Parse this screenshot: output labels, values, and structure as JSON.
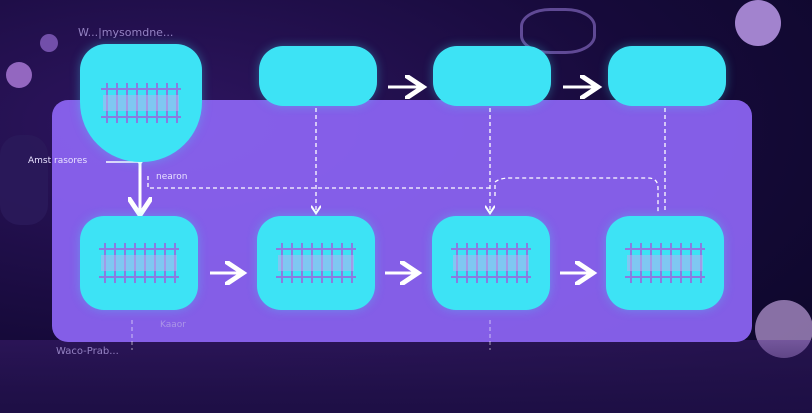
{
  "labels": {
    "top_header": "W...|mysomdne...",
    "side_label": "Amst rasores",
    "small_label": "nearon",
    "bottom_label_1": "Kaaor",
    "bottom_label_2": "Waco-Prab..."
  },
  "colors": {
    "background": "#160a3a",
    "panel": "#8a63f0",
    "node": "#3de3f5",
    "arrow": "#ffffff",
    "glyph": "#8a7ce0"
  },
  "icons": {
    "node_glyph": "dna-ladder-icon",
    "arrow": "arrow-right-icon"
  }
}
